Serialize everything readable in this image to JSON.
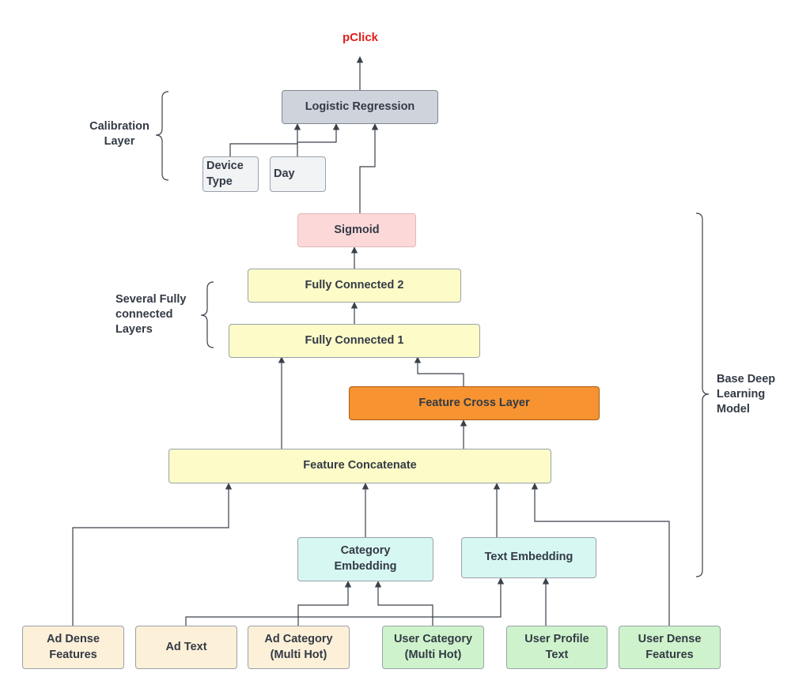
{
  "colors": {
    "output": "#e0201b",
    "accent": "#f79331",
    "line": "#3a414b"
  },
  "output_label": "pClick",
  "nodes": {
    "logistic_regression": "Logistic Regression",
    "device_type": "Device\nType",
    "day": "Day",
    "sigmoid": "Sigmoid",
    "fully_connected_2": "Fully Connected 2",
    "fully_connected_1": "Fully Connected 1",
    "feature_cross_layer": "Feature Cross Layer",
    "feature_concatenate": "Feature Concatenate",
    "category_embedding": "Category\nEmbedding",
    "text_embedding": "Text Embedding",
    "ad_dense_features": "Ad Dense\nFeatures",
    "ad_text": "Ad Text",
    "ad_category": "Ad Category\n(Multi Hot)",
    "user_category": "User Category\n(Multi Hot)",
    "user_profile_text": "User Profile\nText",
    "user_dense_features": "User Dense\nFeatures"
  },
  "annotations": {
    "calibration_layer": "Calibration\nLayer",
    "fully_connected_layers": "Several Fully\nconnected\nLayers",
    "base_model": "Base Deep\nLearning\nModel"
  }
}
